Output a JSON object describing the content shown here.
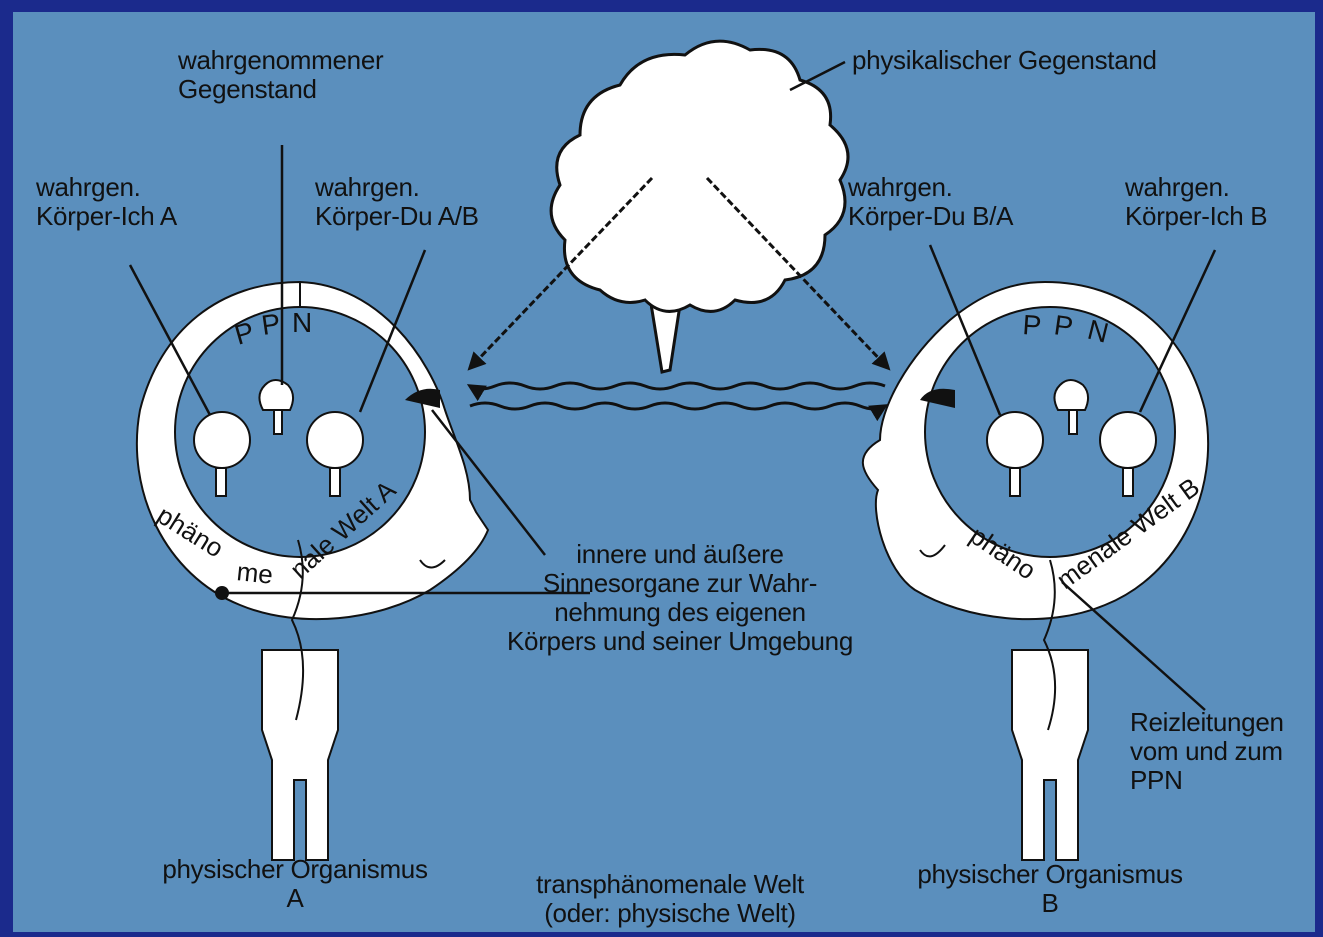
{
  "labels": {
    "perceived_object": [
      "wahrgenommener",
      "Gegenstand"
    ],
    "physical_object": "physikalischer Gegenstand",
    "body_self_a": [
      "wahrgen.",
      "Körper-Ich A"
    ],
    "body_you_ab": [
      "wahrgen.",
      "Körper-Du A/B"
    ],
    "body_you_ba": [
      "wahrgen.",
      "Körper-Du B/A"
    ],
    "body_self_b": [
      "wahrgen.",
      "Körper-Ich B"
    ],
    "sense_organs": [
      "innere und äußere",
      "Sinnesorgane zur Wahr-",
      "nehmung des eigenen",
      "Körpers und seiner Umgebung"
    ],
    "nerve_paths": [
      "Reizleitungen",
      "vom und zum",
      "PPN"
    ],
    "organism_a": [
      "physischer Organismus",
      "A"
    ],
    "organism_b": [
      "physischer Organismus",
      "B"
    ],
    "transphenomenal": [
      "transphänomenale Welt",
      "(oder: physische Welt)"
    ]
  },
  "head_a": {
    "ppn_letters": [
      "P",
      "P",
      "N"
    ],
    "ring_text_1": "phäno",
    "ring_text_2": "me",
    "ring_text_3": "nale Welt A"
  },
  "head_b": {
    "ppn_letters": [
      "P",
      "P",
      "N"
    ],
    "ring_text_1": "phäno",
    "ring_text_2": "menale Welt B"
  },
  "colors": {
    "frame": "#1b2a8c",
    "background": "#5b8fbd",
    "ink": "#111111",
    "paper": "#ffffff"
  }
}
